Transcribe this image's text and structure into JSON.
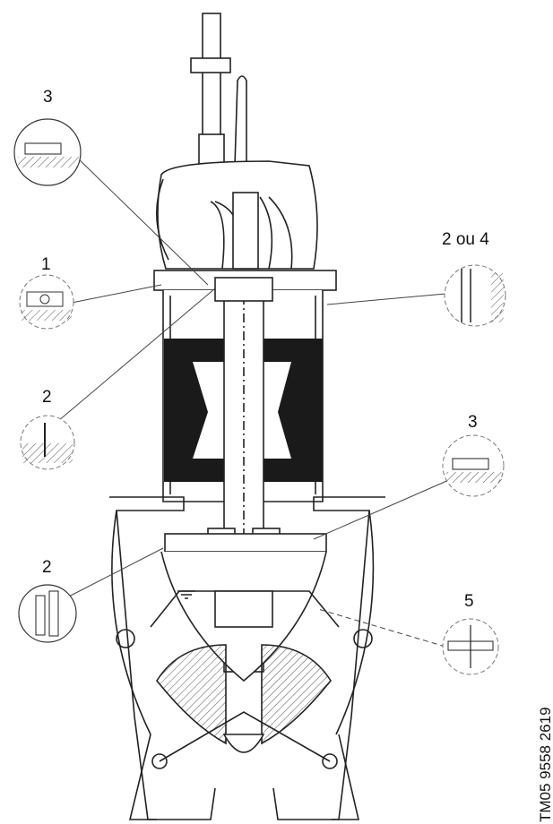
{
  "callouts": [
    {
      "id": "c3-top",
      "label": "3"
    },
    {
      "id": "c1",
      "label": "1"
    },
    {
      "id": "c2-upper",
      "label": "2"
    },
    {
      "id": "c2-lower",
      "label": "2"
    },
    {
      "id": "c2ou4",
      "label": "2 ou 4"
    },
    {
      "id": "c3-right",
      "label": "3"
    },
    {
      "id": "c5",
      "label": "5"
    }
  ],
  "reference": "TM05 9558 2619",
  "colors": {
    "line": "#222222",
    "fill_dark": "#1a1a1a",
    "hatch": "#555555"
  }
}
